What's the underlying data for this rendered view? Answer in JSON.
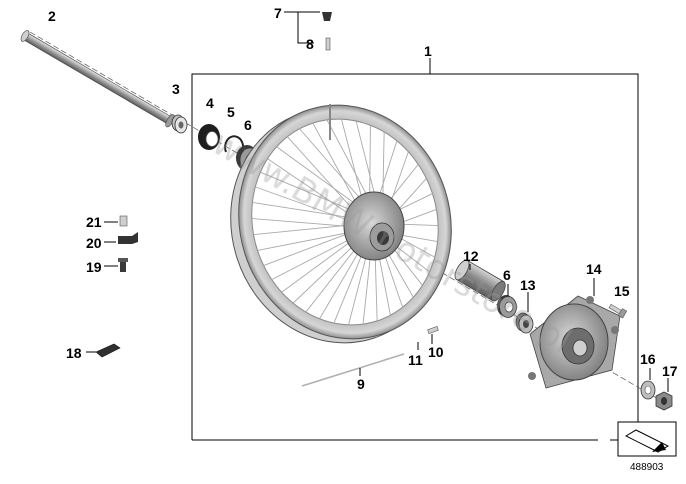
{
  "diagram": {
    "callouts": [
      {
        "id": "1",
        "label": "1"
      },
      {
        "id": "2",
        "label": "2"
      },
      {
        "id": "3",
        "label": "3"
      },
      {
        "id": "4",
        "label": "4"
      },
      {
        "id": "5",
        "label": "5"
      },
      {
        "id": "6a",
        "label": "6"
      },
      {
        "id": "7",
        "label": "7"
      },
      {
        "id": "8",
        "label": "8"
      },
      {
        "id": "9",
        "label": "9"
      },
      {
        "id": "10",
        "label": "10"
      },
      {
        "id": "11",
        "label": "11"
      },
      {
        "id": "12",
        "label": "12"
      },
      {
        "id": "6b",
        "label": "6"
      },
      {
        "id": "13",
        "label": "13"
      },
      {
        "id": "14",
        "label": "14"
      },
      {
        "id": "15",
        "label": "15"
      },
      {
        "id": "16",
        "label": "16"
      },
      {
        "id": "17",
        "label": "17"
      },
      {
        "id": "18",
        "label": "18"
      },
      {
        "id": "19",
        "label": "19"
      },
      {
        "id": "20",
        "label": "20"
      },
      {
        "id": "21",
        "label": "21"
      }
    ],
    "watermark": "www.BMWmotorstore.pl",
    "figure_number": "488903",
    "colors": {
      "line": "#000000",
      "part_dark": "#2a2a2a",
      "part_mid": "#8c8c8c",
      "rim": "#c8c8c8",
      "background": "#ffffff"
    }
  }
}
